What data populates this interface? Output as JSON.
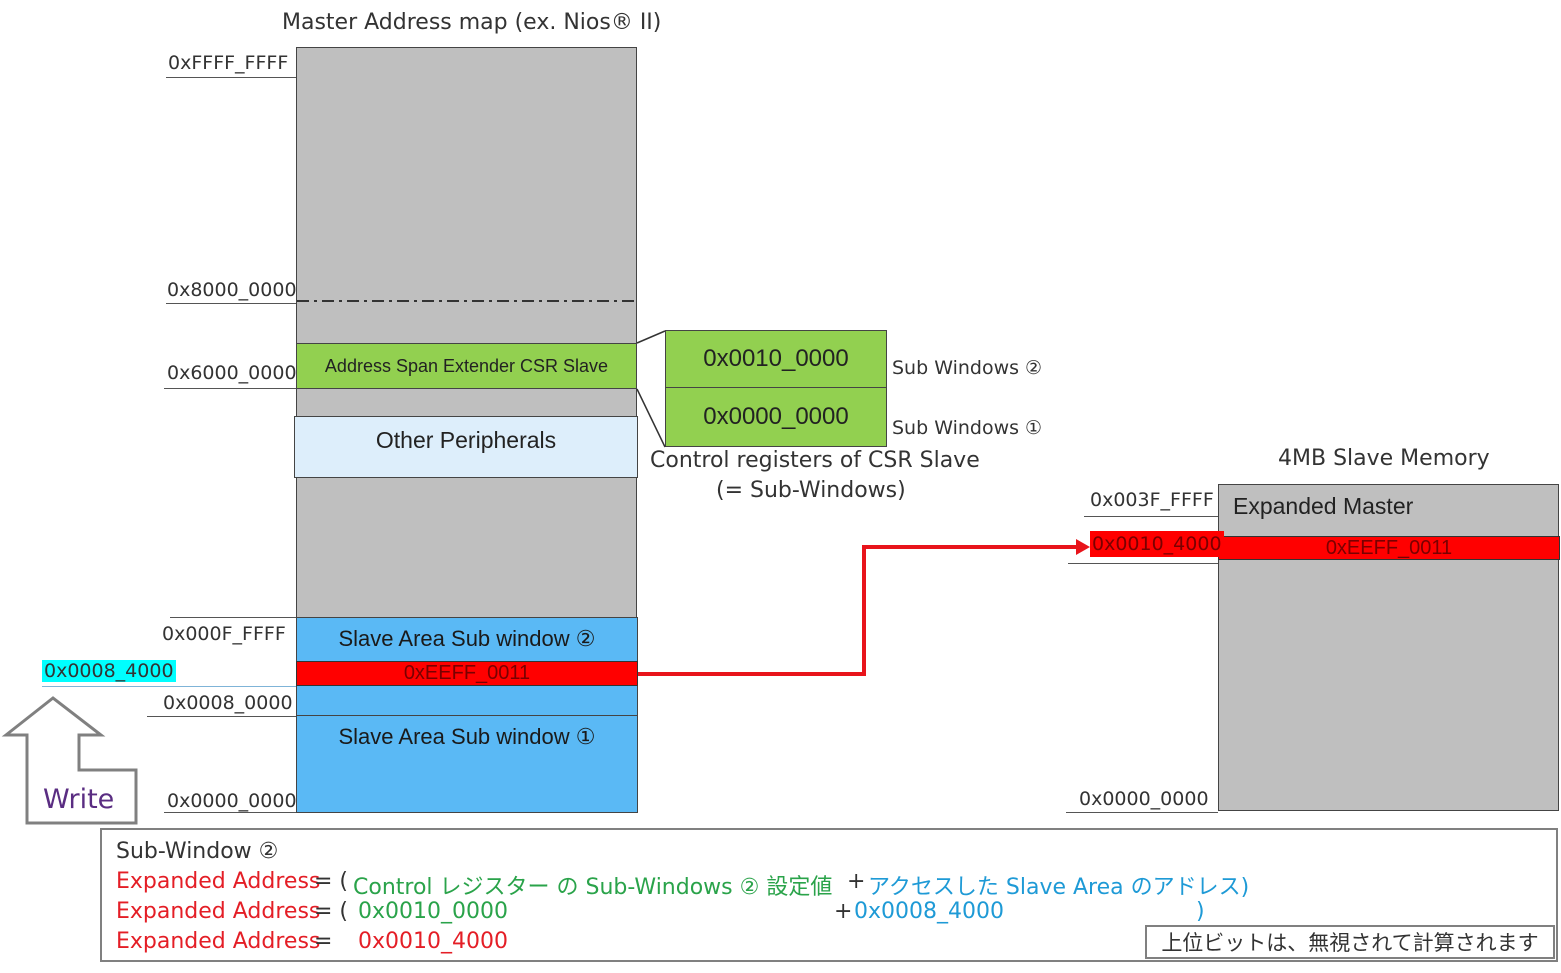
{
  "master_map": {
    "title": "Master Address map (ex. Nios® II)",
    "addr_top": "0xFFFF_FFFF",
    "addr_8000": "0x8000_0000",
    "addr_6000": "0x6000_0000",
    "addr_000f": "0x000F_FFFF",
    "addr_0008_4000": "0x0008_4000",
    "addr_0008_0000": "0x0008_0000",
    "addr_0000": "0x0000_0000",
    "csr_slave": "Address Span Extender CSR Slave",
    "other_peripherals": "Other Peripherals",
    "sub_window_2": "Slave Area Sub window ②",
    "highlight_value": "0xEEFF_0011",
    "sub_window_1": "Slave Area Sub window ①"
  },
  "csr_registers": {
    "reg_2_value": "0x0010_0000",
    "reg_1_value": "0x0000_0000",
    "reg_2_label": "Sub Windows ②",
    "reg_1_label": "Sub Windows ①",
    "caption_line1": "Control registers of CSR Slave",
    "caption_line2": "(= Sub-Windows)"
  },
  "slave_memory": {
    "title": "4MB Slave Memory",
    "addr_top": "0x003F_FFFF",
    "addr_target": "0x0010_4000",
    "addr_bottom": "0x0000_0000",
    "inner_label": "Expanded Master",
    "highlight_value": "0xEEFF_0011"
  },
  "write_arrow": {
    "label": "Write"
  },
  "formula": {
    "title": "Sub-Window ②",
    "row1_lhs": "Expanded Address",
    "row1_eq": " = (",
    "row1_term1": "Control レジスター の Sub-Windows ② 設定値",
    "row1_plus": "+",
    "row1_term2": "アクセスした Slave Area のアドレス)",
    "row2_lhs": "Expanded Address",
    "row2_eq": " = (",
    "row2_term1": "0x0010_0000",
    "row2_plus": "+",
    "row2_term2": "0x0008_4000",
    "row2_close": ")",
    "row3_lhs": "Expanded Address",
    "row3_eq": " =",
    "row3_result": "0x0010_4000",
    "note": "上位ビットは、無視されて計算されます"
  },
  "colors": {
    "gray_fill": "#bfbfbf",
    "green_fill": "#92d050",
    "blue_fill": "#5ab9f5",
    "light_blue_fill": "#ddeefb",
    "red_fill": "#ff0000",
    "cyan_highlight": "#00ffff",
    "arrow_red": "#e8141b",
    "formula_red": "#e41e26",
    "formula_green": "#2aa34a",
    "formula_blue": "#1e9ad6"
  }
}
